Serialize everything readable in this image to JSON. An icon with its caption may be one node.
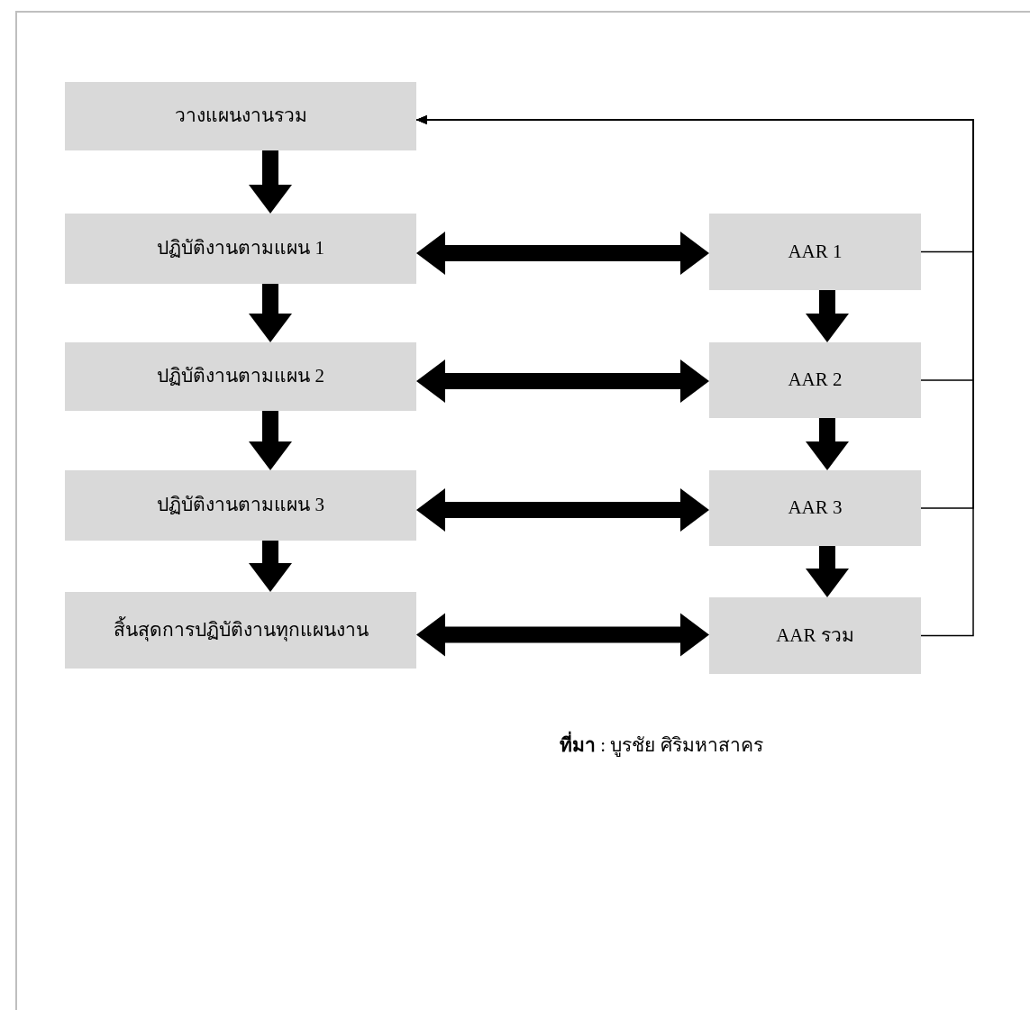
{
  "diagram": {
    "nodes": [
      {
        "text": [
          "วางแผนงานรวม"
        ]
      },
      {
        "text": [
          "ปฏิบัติงานตามแผน 1"
        ]
      },
      {
        "text": [
          "ปฏิบัติงานตามแผน 2"
        ]
      },
      {
        "text": [
          "ปฏิบัติงานตามแผน 3"
        ]
      },
      {
        "text": [
          "สิ้นสุดการปฏิบัติงานทุกแผนงาน"
        ]
      },
      {
        "text": [
          "AAR 1"
        ]
      },
      {
        "text": [
          "AAR 2"
        ]
      },
      {
        "text": [
          "AAR 3"
        ]
      },
      {
        "text": [
          "AAR รวม"
        ]
      }
    ],
    "edges": [
      {
        "from": 0,
        "to": 1,
        "arrow": "to",
        "style": "thick"
      },
      {
        "from": 1,
        "to": 2,
        "arrow": "to",
        "style": "thick"
      },
      {
        "from": 2,
        "to": 3,
        "arrow": "to",
        "style": "thick"
      },
      {
        "from": 3,
        "to": 4,
        "arrow": "to",
        "style": "thick"
      },
      {
        "from": 5,
        "to": 6,
        "arrow": "to",
        "style": "thick"
      },
      {
        "from": 6,
        "to": 7,
        "arrow": "to",
        "style": "thick"
      },
      {
        "from": 7,
        "to": 8,
        "arrow": "to",
        "style": "thick"
      },
      {
        "from": 1,
        "to": 5,
        "arrow": "both",
        "style": "thick"
      },
      {
        "from": 2,
        "to": 6,
        "arrow": "both",
        "style": "thick"
      },
      {
        "from": 3,
        "to": 7,
        "arrow": "both",
        "style": "thick"
      },
      {
        "from": 4,
        "to": 8,
        "arrow": "both",
        "style": "thick"
      },
      {
        "from": 5,
        "to": 0,
        "arrow": "to"
      },
      {
        "from": 6,
        "to": 0,
        "arrow": "to"
      },
      {
        "from": 7,
        "to": 0,
        "arrow": "to"
      },
      {
        "from": 8,
        "to": 0,
        "arrow": "to"
      }
    ],
    "labels": [
      "**ที่มา** : บูรชัย ศิริมหาสาคร"
    ]
  }
}
